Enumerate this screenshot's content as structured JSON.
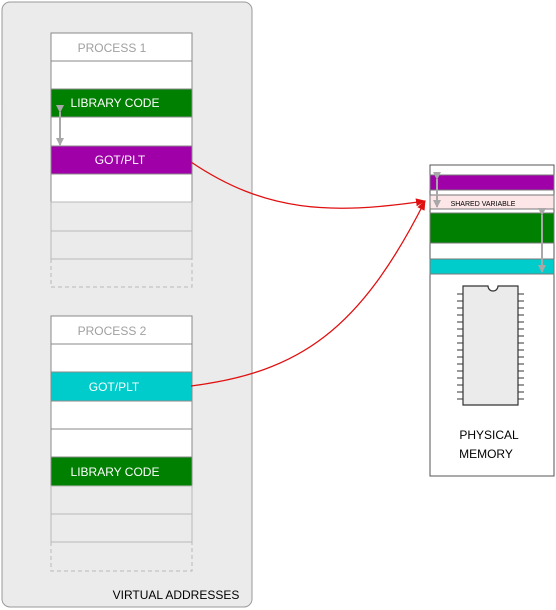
{
  "virtual": {
    "caption": "VIRTUAL ADDRESSES",
    "process1": {
      "title": "PROCESS 1",
      "library_label": "LIBRARY CODE",
      "gotplt_label": "GOT/PLT"
    },
    "process2": {
      "title": "PROCESS 2",
      "gotplt_label": "GOT/PLT",
      "library_label": "LIBRARY CODE"
    }
  },
  "physical": {
    "shared_variable_label": "SHARED VARIABLE",
    "caption_line1": "PHYSICAL",
    "caption_line2": "MEMORY"
  },
  "colors": {
    "library_green": "#008000",
    "gotplt_magenta": "#a000a8",
    "gotplt_cyan": "#00cccc",
    "shared_pink": "#fde6e8",
    "arrow_red": "#e01010",
    "panel_gray": "#ebebeb",
    "title_gray": "#a0a0a0",
    "offset_arrow_gray": "#a8a8a8"
  },
  "icons": {
    "chip": "dip-memory-chip-icon"
  }
}
